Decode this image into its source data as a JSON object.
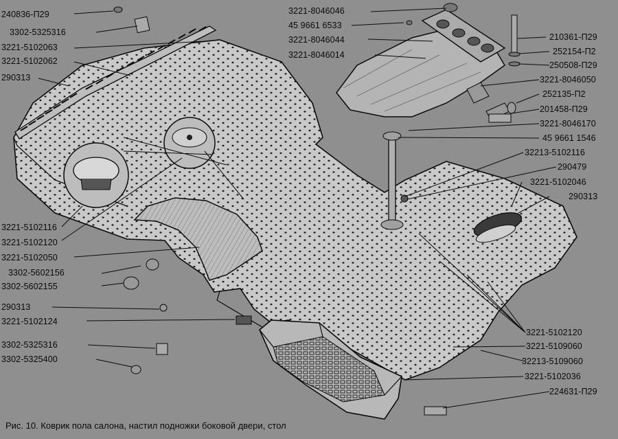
{
  "caption": "Рис. 10. Коврик пола салона, настил подножки боковой двери, стол",
  "colors": {
    "background": "#8f8f8f",
    "ink": "#0a0a0a",
    "part_fill": "#c9c9c9",
    "dots": "#202020"
  },
  "labels_left": [
    "240836-П29",
    "3302-5325316",
    "3221-5102063",
    "3221-5102062",
    "290313",
    "3221-5102116",
    "3221-5102120",
    "3221-5102050",
    "3302-5602156",
    "3302-5602155",
    "290313",
    "3221-5102124",
    "3302-5325316",
    "3302-5325400"
  ],
  "labels_top_center": [
    "3221-8046046",
    "45 9661 6533",
    "3221-8046044",
    "3221-8046014"
  ],
  "labels_right": [
    "210361-П29",
    "252154-П2",
    "250508-П29",
    "3221-8046050",
    "252135-П2",
    "201458-П29",
    "3221-8046170",
    "45 9661 1546",
    "32213-5102116",
    "290479",
    "3221-5102046",
    "290313",
    "3221-5102120",
    "3221-5109060",
    "32213-5109060",
    "3221-5102036",
    "224631-П29"
  ]
}
